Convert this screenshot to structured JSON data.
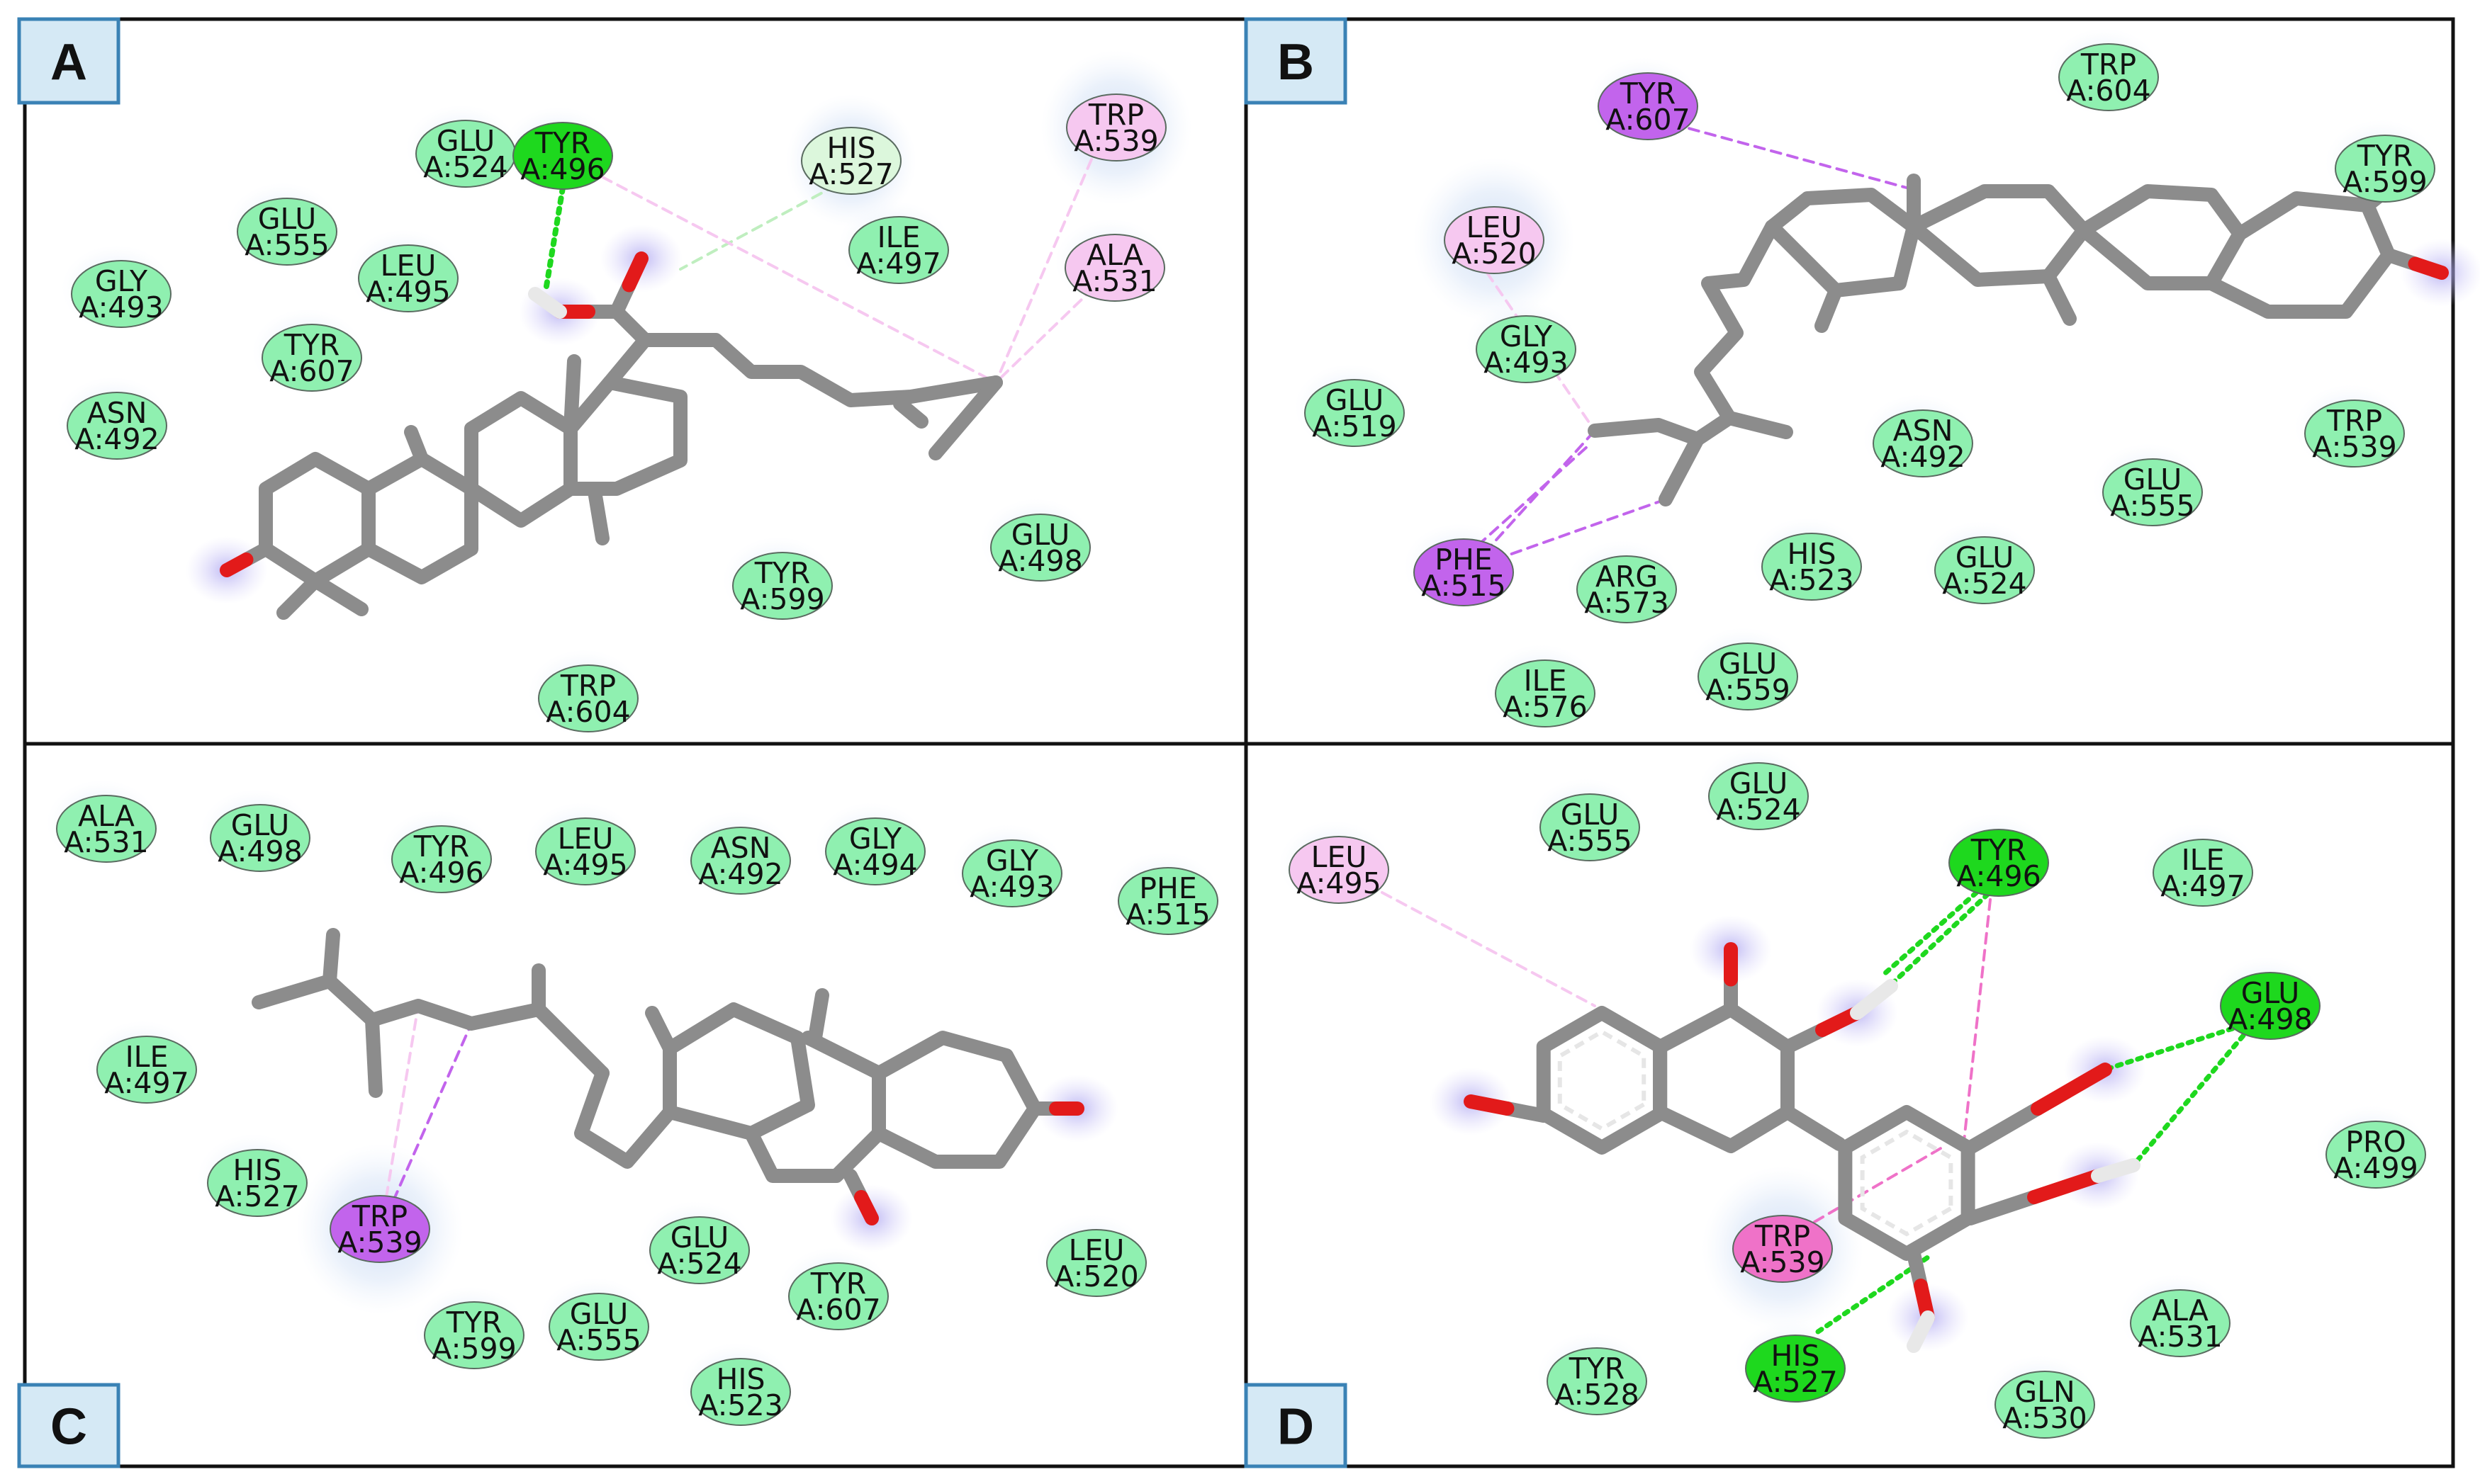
{
  "colors": {
    "vdw": "#8ff0b0",
    "hbond": "#1ed81e",
    "carbon_hbond": "#dcf7dc",
    "alkyl": "#f6c8f0",
    "pi_sigma": "#c264ec",
    "pi_alkyl": "#ef72c8",
    "stick": "#8c8c8c",
    "oxygen": "#e21a1a",
    "tag_fill": "#d5e9f5",
    "tag_stroke": "#3a82b5",
    "border": "#111111"
  },
  "panels": [
    {
      "id": "A",
      "label": "A",
      "residues": [
        {
          "name": "GLU",
          "id": "A:524",
          "type": "vdw"
        },
        {
          "name": "TYR",
          "id": "A:496",
          "type": "hbond"
        },
        {
          "name": "HIS",
          "id": "A:527",
          "type": "carbon_hbond"
        },
        {
          "name": "TRP",
          "id": "A:539",
          "type": "alkyl"
        },
        {
          "name": "GLU",
          "id": "A:555",
          "type": "vdw"
        },
        {
          "name": "LEU",
          "id": "A:495",
          "type": "vdw"
        },
        {
          "name": "ILE",
          "id": "A:497",
          "type": "vdw"
        },
        {
          "name": "ALA",
          "id": "A:531",
          "type": "alkyl"
        },
        {
          "name": "GLY",
          "id": "A:493",
          "type": "vdw"
        },
        {
          "name": "TYR",
          "id": "A:607",
          "type": "vdw"
        },
        {
          "name": "ASN",
          "id": "A:492",
          "type": "vdw"
        },
        {
          "name": "GLU",
          "id": "A:498",
          "type": "vdw"
        },
        {
          "name": "TYR",
          "id": "A:599",
          "type": "vdw"
        },
        {
          "name": "TRP",
          "id": "A:604",
          "type": "vdw"
        }
      ]
    },
    {
      "id": "B",
      "label": "B",
      "residues": [
        {
          "name": "TYR",
          "id": "A:607",
          "type": "pi_sigma"
        },
        {
          "name": "TRP",
          "id": "A:604",
          "type": "vdw"
        },
        {
          "name": "TYR",
          "id": "A:599",
          "type": "vdw"
        },
        {
          "name": "LEU",
          "id": "A:520",
          "type": "alkyl"
        },
        {
          "name": "GLY",
          "id": "A:493",
          "type": "vdw"
        },
        {
          "name": "GLU",
          "id": "A:519",
          "type": "vdw"
        },
        {
          "name": "ASN",
          "id": "A:492",
          "type": "vdw"
        },
        {
          "name": "TRP",
          "id": "A:539",
          "type": "vdw"
        },
        {
          "name": "GLU",
          "id": "A:555",
          "type": "vdw"
        },
        {
          "name": "PHE",
          "id": "A:515",
          "type": "pi_sigma"
        },
        {
          "name": "ARG",
          "id": "A:573",
          "type": "vdw"
        },
        {
          "name": "HIS",
          "id": "A:523",
          "type": "vdw"
        },
        {
          "name": "GLU",
          "id": "A:524",
          "type": "vdw"
        },
        {
          "name": "ILE",
          "id": "A:576",
          "type": "vdw"
        },
        {
          "name": "GLU",
          "id": "A:559",
          "type": "vdw"
        }
      ]
    },
    {
      "id": "C",
      "label": "C",
      "residues": [
        {
          "name": "ALA",
          "id": "A:531",
          "type": "vdw"
        },
        {
          "name": "GLU",
          "id": "A:498",
          "type": "vdw"
        },
        {
          "name": "TYR",
          "id": "A:496",
          "type": "vdw"
        },
        {
          "name": "LEU",
          "id": "A:495",
          "type": "vdw"
        },
        {
          "name": "ASN",
          "id": "A:492",
          "type": "vdw"
        },
        {
          "name": "GLY",
          "id": "A:494",
          "type": "vdw"
        },
        {
          "name": "GLY",
          "id": "A:493",
          "type": "vdw"
        },
        {
          "name": "PHE",
          "id": "A:515",
          "type": "vdw"
        },
        {
          "name": "ILE",
          "id": "A:497",
          "type": "vdw"
        },
        {
          "name": "HIS",
          "id": "A:527",
          "type": "vdw"
        },
        {
          "name": "TRP",
          "id": "A:539",
          "type": "pi_sigma"
        },
        {
          "name": "GLU",
          "id": "A:524",
          "type": "vdw"
        },
        {
          "name": "TYR",
          "id": "A:607",
          "type": "vdw"
        },
        {
          "name": "LEU",
          "id": "A:520",
          "type": "vdw"
        },
        {
          "name": "TYR",
          "id": "A:599",
          "type": "vdw"
        },
        {
          "name": "GLU",
          "id": "A:555",
          "type": "vdw"
        },
        {
          "name": "HIS",
          "id": "A:523",
          "type": "vdw"
        }
      ]
    },
    {
      "id": "D",
      "label": "D",
      "residues": [
        {
          "name": "GLU",
          "id": "A:524",
          "type": "vdw"
        },
        {
          "name": "GLU",
          "id": "A:555",
          "type": "vdw"
        },
        {
          "name": "LEU",
          "id": "A:495",
          "type": "alkyl"
        },
        {
          "name": "TYR",
          "id": "A:496",
          "type": "hbond"
        },
        {
          "name": "ILE",
          "id": "A:497",
          "type": "vdw"
        },
        {
          "name": "GLU",
          "id": "A:498",
          "type": "hbond"
        },
        {
          "name": "PRO",
          "id": "A:499",
          "type": "vdw"
        },
        {
          "name": "TRP",
          "id": "A:539",
          "type": "pi_alkyl"
        },
        {
          "name": "ALA",
          "id": "A:531",
          "type": "vdw"
        },
        {
          "name": "TYR",
          "id": "A:528",
          "type": "vdw"
        },
        {
          "name": "HIS",
          "id": "A:527",
          "type": "hbond"
        },
        {
          "name": "GLN",
          "id": "A:530",
          "type": "vdw"
        }
      ]
    }
  ]
}
